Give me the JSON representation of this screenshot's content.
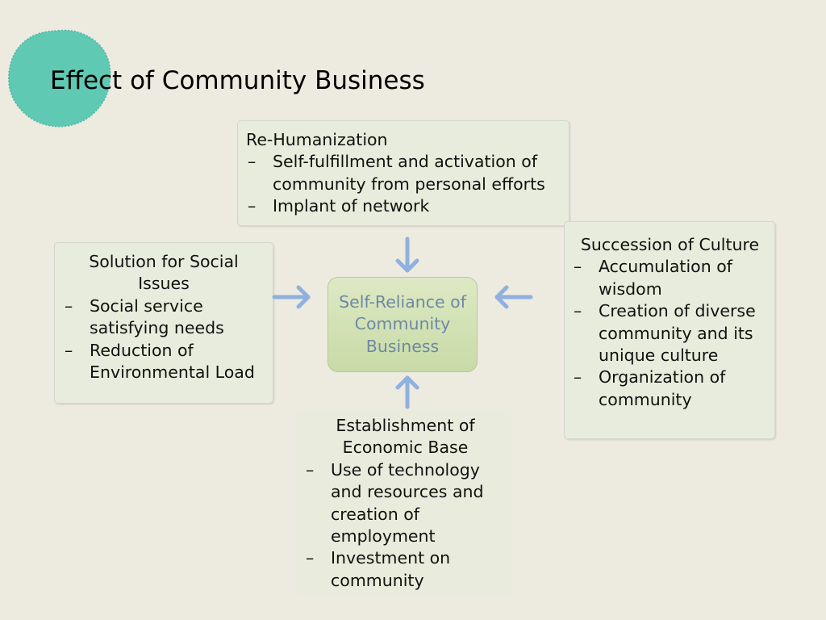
{
  "slide": {
    "title": "Effect of Community Business",
    "accent_blob_color": "#5fc9b3",
    "center": {
      "label": "Self-Reliance of Community Business",
      "text_color": "#6f88a5",
      "fill_color": "#d3e3b6"
    },
    "arrow_color": "#8fb1df",
    "boxes": {
      "top": {
        "heading": "Re-Humanization",
        "items": [
          "Self-fulfillment and activation of community from personal efforts",
          "Implant of network"
        ]
      },
      "left": {
        "heading": "Solution for Social Issues",
        "items": [
          "Social service satisfying needs",
          "Reduction of Environmental Load"
        ]
      },
      "right": {
        "heading": "Succession of Culture",
        "items": [
          "Accumulation of wisdom",
          "Creation of diverse community and its unique culture",
          "Organization of community"
        ]
      },
      "bottom": {
        "heading": "Establishment of Economic Base",
        "items": [
          "Use of technology and resources and creation of employment",
          "Investment on community"
        ]
      }
    }
  }
}
